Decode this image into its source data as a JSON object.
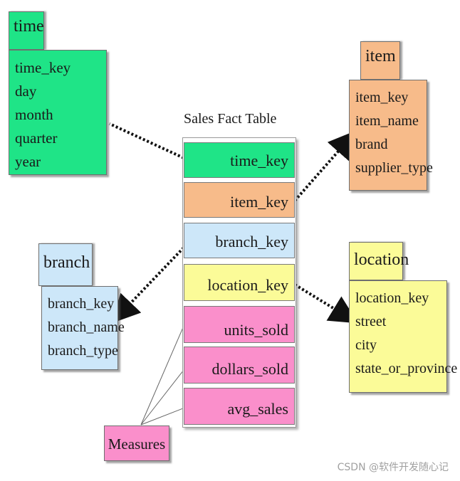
{
  "fact_table": {
    "title": "Sales Fact Table",
    "keys": [
      "time_key",
      "item_key",
      "branch_key",
      "location_key"
    ],
    "measures": [
      "units_sold",
      "dollars_sold",
      "avg_sales"
    ]
  },
  "measures_label": "Measures",
  "dimensions": {
    "time": {
      "title": "time",
      "attributes": [
        "time_key",
        "day",
        "month",
        "quarter",
        "year"
      ]
    },
    "item": {
      "title": "item",
      "attributes": [
        "item_key",
        "item_name",
        "brand",
        "supplier_type"
      ]
    },
    "branch": {
      "title": "branch",
      "attributes": [
        "branch_key",
        "branch_name",
        "branch_type"
      ]
    },
    "location": {
      "title": "location",
      "attributes": [
        "location_key",
        "street",
        "city",
        "state_or_province"
      ]
    }
  },
  "colors": {
    "time": "#1fe487",
    "item": "#f7bb8a",
    "branch": "#cde7f9",
    "location": "#fbfb98",
    "measures": "#fa8fcb"
  },
  "watermark": "CSDN @软件开发随心记"
}
